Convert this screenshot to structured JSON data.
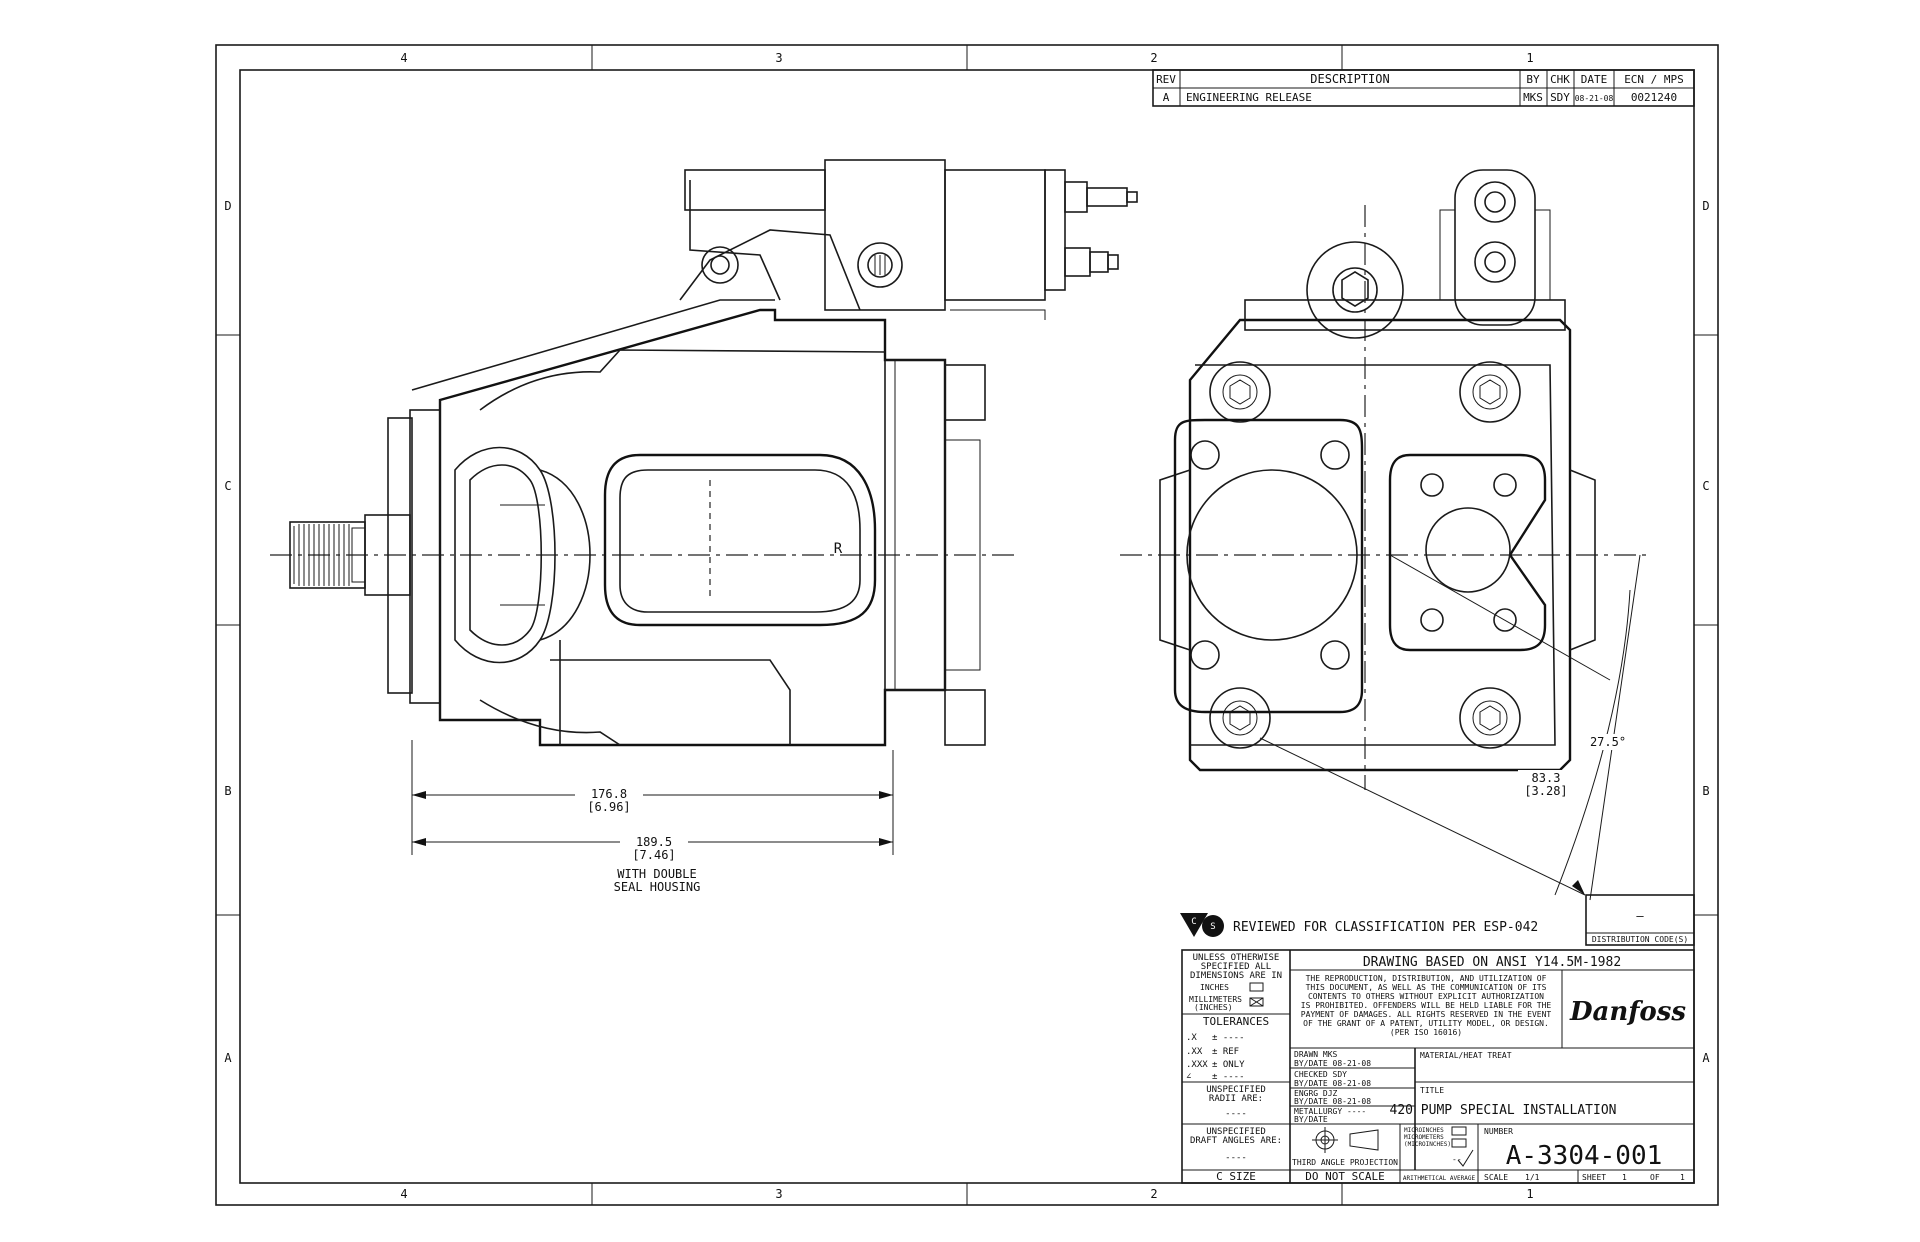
{
  "border": {
    "zones_top": [
      "4",
      "3",
      "2",
      "1"
    ],
    "zones_bottom": [
      "4",
      "3",
      "2",
      "1"
    ],
    "zones_left": [
      "D",
      "C",
      "B",
      "A"
    ],
    "zones_right": [
      "D",
      "C",
      "B",
      "A"
    ]
  },
  "revision_block": {
    "headers": {
      "rev": "REV",
      "description": "DESCRIPTION",
      "by": "BY",
      "chk": "CHK",
      "date": "DATE",
      "ecn": "ECN / MPS"
    },
    "row": {
      "rev": "A",
      "description": "ENGINEERING RELEASE",
      "by": "MKS",
      "chk": "SDY",
      "date": "08-21-08",
      "ecn": "0021240"
    }
  },
  "side_view": {
    "shaft_marking": "R",
    "dim1_value": "176.8",
    "dim1_inch": "[6.96]",
    "dim2_value": "189.5",
    "dim2_inch": "[7.46]",
    "dim2_note_1": "WITH DOUBLE",
    "dim2_note_2": "SEAL HOUSING"
  },
  "end_view": {
    "angle": "27.5°",
    "radius_value": "83.3",
    "radius_inch": "[3.28]"
  },
  "classification": {
    "symbol_letters": [
      "C",
      "S"
    ],
    "text": "REVIEWED FOR CLASSIFICATION PER ESP-042"
  },
  "distribution": {
    "value": "–",
    "label": "DISTRIBUTION CODE(S)"
  },
  "title_block": {
    "standard": "DRAWING BASED ON ANSI Y14.5M-1982",
    "notice": [
      "THE REPRODUCTION, DISTRIBUTION, AND UTILIZATION OF",
      "THIS DOCUMENT, AS WELL AS THE COMMUNICATION OF ITS",
      "CONTENTS TO OTHERS WITHOUT EXPLICIT AUTHORIZATION",
      "IS PROHIBITED.  OFFENDERS WILL BE HELD LIABLE FOR THE",
      "PAYMENT OF DAMAGES.  ALL RIGHTS RESERVED IN THE EVENT",
      "OF THE GRANT OF A PATENT, UTILITY MODEL, OR DESIGN.",
      "(PER ISO 16016)"
    ],
    "logo": "Danfoss",
    "units_1": "UNLESS OTHERWISE",
    "units_2": "SPECIFIED ALL",
    "units_3": "DIMENSIONS ARE IN",
    "inches": "INCHES",
    "millimeters": "MILLIMETERS",
    "inches_paren": "(INCHES)",
    "tolerances": "TOLERANCES",
    "tol_rows": [
      {
        "k": ".X",
        "v": "± ----"
      },
      {
        "k": ".XX",
        "v": "± REF"
      },
      {
        "k": ".XXX",
        "v": "± ONLY"
      },
      {
        "k": "∠",
        "v": "± ----"
      }
    ],
    "radii_1": "UNSPECIFIED",
    "radii_2": "RADII ARE:",
    "radii_val": "----",
    "draft_1": "UNSPECIFIED",
    "draft_2": "DRAFT ANGLES ARE:",
    "draft_val": "----",
    "size": "C SIZE",
    "drawn_1": "DRAWN    MKS",
    "drawn_2": "BY/DATE  08-21-08",
    "checked_1": "CHECKED  SDY",
    "checked_2": "BY/DATE  08-21-08",
    "engrg_1": "ENGRG    DJZ",
    "engrg_2": "BY/DATE  08-21-08",
    "metal_1": "METALLURGY  ----",
    "metal_2": "BY/DATE",
    "projection": "THIRD ANGLE PROJECTION",
    "no_scale": "DO NOT SCALE",
    "micro_1": "MICROINCHES",
    "micro_2": "MICROMETERS",
    "micro_3": "(MICROINCHES)",
    "micro_dash": "--",
    "arith": "ARITHMETICAL AVERAGE",
    "material": "MATERIAL/HEAT TREAT",
    "title_label": "TITLE",
    "title": "420 PUMP SPECIAL INSTALLATION",
    "number_label": "NUMBER",
    "number": "A-3304-001",
    "scale_label": "SCALE",
    "scale": "1/1",
    "sheet_label": "SHEET",
    "sheet": "1",
    "of_label": "OF",
    "of": "1"
  }
}
